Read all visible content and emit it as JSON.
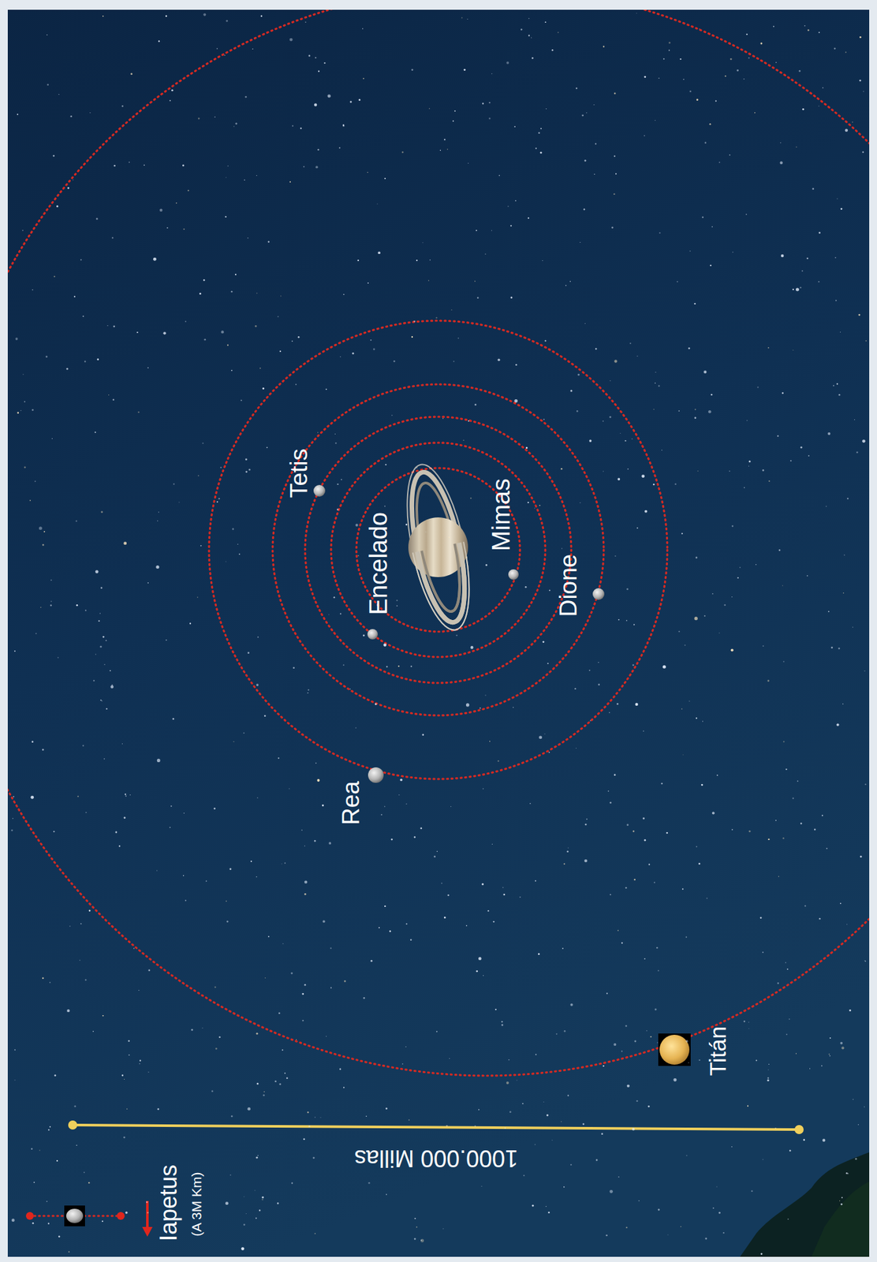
{
  "diagram": {
    "labels": [
      "Tetis",
      "Encelado",
      "Mimas",
      "Dione",
      "Rea",
      "Titán",
      "Iapetus",
      "(A 3M Km)",
      "1000.000 Millas"
    ]
  }
}
